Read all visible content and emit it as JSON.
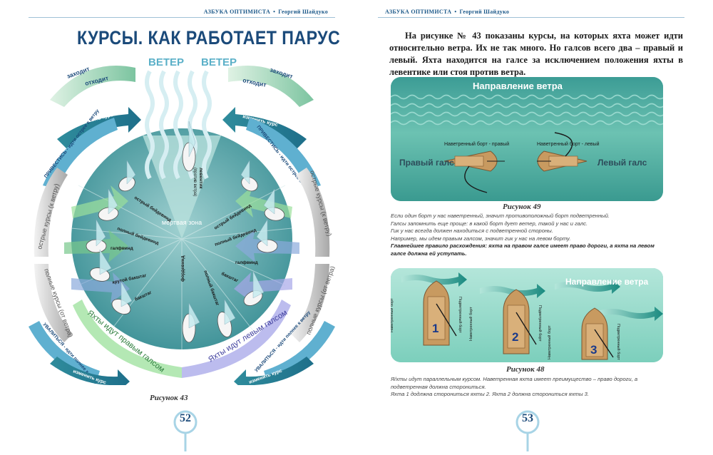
{
  "running_head": {
    "book": "АЗБУКА ОПТИМИСТА",
    "separator": "•",
    "author": "Георгий Шайдуко"
  },
  "left_page": {
    "title": "КУРСЫ. КАК РАБОТАЕТ ПАРУС",
    "diagram": {
      "wind_1": "ВЕТЕР",
      "wind_2": "ВЕТЕР",
      "top_left_a": "заходит",
      "top_left_b": "отходит",
      "top_right_a": "заходит",
      "top_right_b": "отходит",
      "change_course_tl": "изменить курс",
      "change_course_tr": "изменить курс",
      "change_course_bl": "изменить курс",
      "change_course_br": "изменить курс",
      "luff_left": "ПРИВЕСТИСЬ - идти острее к ветру",
      "luff_right": "ПРИВЕСТИСЬ - идти острее к ветру",
      "close_left": "острые курсы (к ветру)",
      "close_right": "острые курсы (к ветру)",
      "free_left": "полные курсы (от ветра)",
      "free_right": "полные курсы (от ветра)",
      "bear_left": "УВАЛИТЬСЯ - идти полнее к ветру",
      "bear_right": "УВАЛИТЬСЯ - идти полнее к ветру",
      "dead_zone": "мертвая зона",
      "leventik": "левентик",
      "leventik_sub": "(против ветра)",
      "close_hauled_l": "острый бейдевинд",
      "full_close_l": "полный бейдевинд",
      "beam_l": "галфвинд",
      "broad_reach_l": "крутой бакштаг",
      "broad_l": "бакштаг",
      "run": "фордевинд",
      "close_hauled_r": "острый бейдевинд",
      "full_close_r": "полный бейдевинд",
      "beam_r": "галфвинд",
      "broad_r": "бакштаг",
      "full_broad_r": "полный бакштаг",
      "starboard_tack": "Яхты идут правым галсом",
      "port_tack": "Яхты идут левым галсом"
    },
    "caption": "Рисунок 43",
    "page_number": "52"
  },
  "right_page": {
    "paragraph": "На рисунке № 43 показаны курсы, на которых яхта может идти относительно ветра. Их не так много. Но галсов всего два – правый и левый. Яхта находится на галсе за исключением положения яхты в левентике или стоя против ветра.",
    "fig49": {
      "wind_label": "Направление ветра",
      "windward_right": "Наветренный борт - правый",
      "windward_left": "Наветренный борт - левый",
      "tack_right": "Правый галс",
      "tack_left": "Левый галс",
      "caption": "Рисунок 49"
    },
    "notes49": [
      "Если один борт у нас наветренный, значит противоположный борт подветренный.",
      "Галсы запомнить еще проще: в какой борт дует ветер, такой у нас и галс.",
      "Гик у нас всегда должен находиться с подветренной стороны.",
      "Например, мы идем правым галсом, значит гик у нас на левом борту."
    ],
    "notes49_bold": "Главнейшее правило расхождения: яхта на правом галсе имеет право дороги, а яхта на левом галсе должна ей уступать.",
    "fig48": {
      "wind_label": "Направление ветра",
      "windward": "Наветренный борт",
      "leeward": "Подветренный борт",
      "boat_1": "1",
      "boat_2": "2",
      "boat_3": "3",
      "caption": "Рисунок 48"
    },
    "notes48": [
      "Я/хты идут параллельным курсом. Наветренная яхта имеет преимущество – право дороги, а подветренная должна сторониться.",
      "Яхта 1 додлжна сторониться яхты 2. Яхта 2 должна сторониться яхты 3."
    ],
    "page_number": "53"
  },
  "colors": {
    "title_blue": "#1b4a7a",
    "teal": "#3a9a9a",
    "green": "#6ab86a",
    "purple": "#8a8ad8",
    "grey": "#9a9a9a",
    "figure_bg": "#8fd3c2"
  }
}
